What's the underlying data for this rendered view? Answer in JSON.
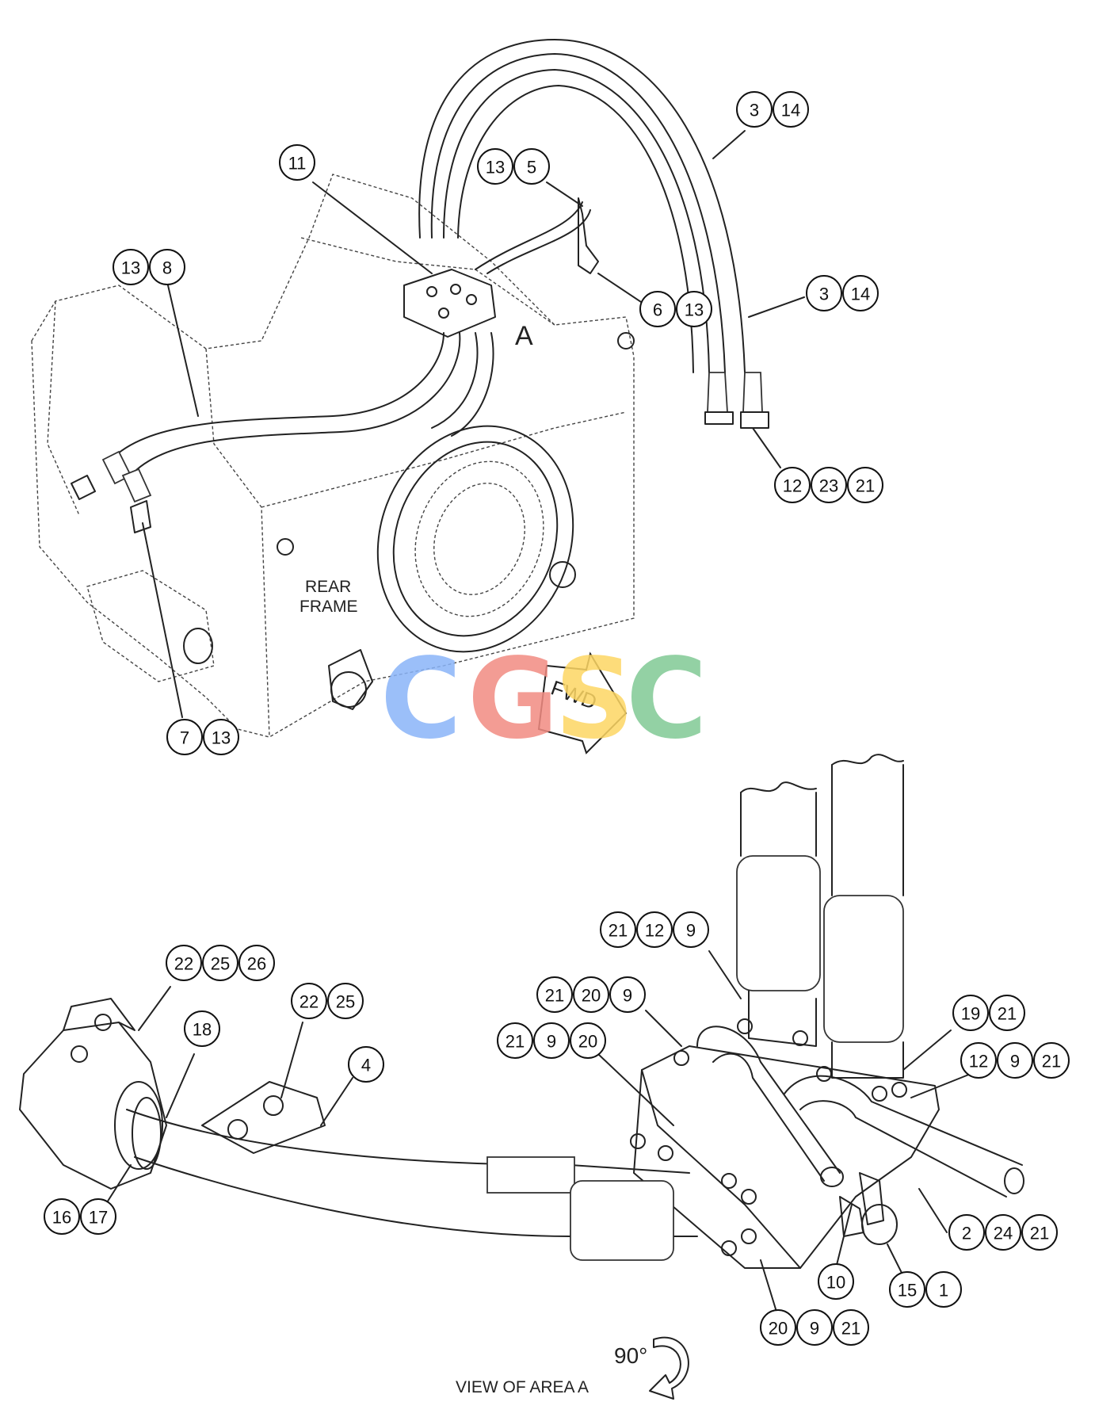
{
  "labels": {
    "area_marker": "A",
    "rear_frame_line1": "REAR",
    "rear_frame_line2": "FRAME",
    "fwd_arrow": "FWD",
    "rotation": "90°",
    "view_caption": "VIEW OF AREA A"
  },
  "watermark": {
    "letters": [
      {
        "char": "C",
        "color": "#8ab4f8"
      },
      {
        "char": "G",
        "color": "#f28b82"
      },
      {
        "char": "S",
        "color": "#fdd663"
      },
      {
        "char": "C",
        "color": "#81c995"
      }
    ]
  },
  "callouts": [
    {
      "nums": [
        "11"
      ]
    },
    {
      "nums": [
        "13",
        "5"
      ]
    },
    {
      "nums": [
        "3",
        "14"
      ]
    },
    {
      "nums": [
        "13",
        "8"
      ]
    },
    {
      "nums": [
        "6",
        "13"
      ]
    },
    {
      "nums": [
        "3",
        "14"
      ]
    },
    {
      "nums": [
        "12",
        "23",
        "21"
      ]
    },
    {
      "nums": [
        "7",
        "13"
      ]
    },
    {
      "nums": [
        "21",
        "12",
        "9"
      ]
    },
    {
      "nums": [
        "22",
        "25",
        "26"
      ]
    },
    {
      "nums": [
        "22",
        "25"
      ]
    },
    {
      "nums": [
        "21",
        "20",
        "9"
      ]
    },
    {
      "nums": [
        "18"
      ]
    },
    {
      "nums": [
        "19",
        "21"
      ]
    },
    {
      "nums": [
        "21",
        "9",
        "20"
      ]
    },
    {
      "nums": [
        "4"
      ]
    },
    {
      "nums": [
        "12",
        "9",
        "21"
      ]
    },
    {
      "nums": [
        "16",
        "17"
      ]
    },
    {
      "nums": [
        "2",
        "24",
        "21"
      ]
    },
    {
      "nums": [
        "10"
      ]
    },
    {
      "nums": [
        "15",
        "1"
      ]
    },
    {
      "nums": [
        "20",
        "9",
        "21"
      ]
    }
  ]
}
